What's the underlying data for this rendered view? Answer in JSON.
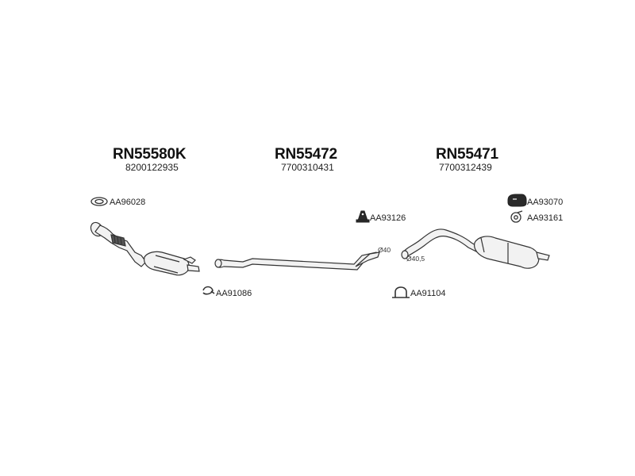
{
  "parts": [
    {
      "code": "RN55580K",
      "oem": "8200122935"
    },
    {
      "code": "RN55472",
      "oem": "7700310431"
    },
    {
      "code": "RN55471",
      "oem": "7700312439"
    }
  ],
  "accessories": {
    "seal_ring": "AA96028",
    "clamp_small": "AA91086",
    "rubber_mount": "AA93126",
    "u_clamp": "AA91104",
    "hanger_pad": "AA93070",
    "ring_mount": "AA93161"
  },
  "diameters": {
    "front_pipe_end": "Ø40",
    "rear_pipe_start": "Ø40,5"
  },
  "colors": {
    "line": "#333333",
    "fill_light": "#f2f2f2",
    "fill_dark": "#2a2a2a"
  }
}
